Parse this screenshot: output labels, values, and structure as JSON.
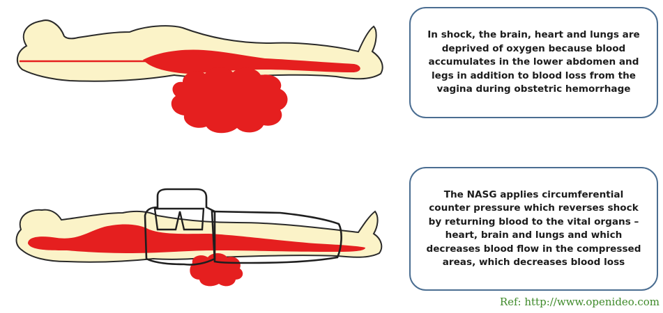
{
  "callouts": {
    "shock": "In shock, the brain, heart and lungs are\ndeprived of oxygen because blood\naccumulates in the lower abdomen and\nlegs in addition to blood loss from the\nvagina during obstetric hemorrhage",
    "nasg": "The NASG applies circumferential\ncounter pressure which reverses shock\nby returning blood to the vital organs –\nheart, brain and lungs and which\ndecreases blood flow in the compressed\nareas, which decreases blood loss"
  },
  "reference": "Ref: http://www.openideo.com",
  "colors": {
    "body_fill": "#fbf3c8",
    "outline": "#2a2a2a",
    "blood": "#e51f1f",
    "callout_border": "#4a6d91",
    "reference_text": "#3f8a2a"
  }
}
